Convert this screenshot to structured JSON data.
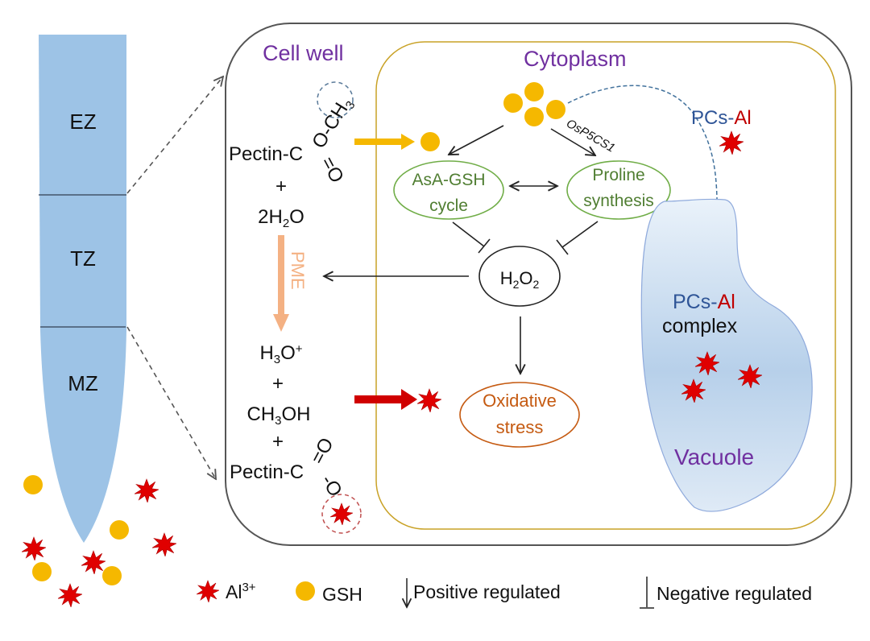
{
  "root": {
    "zones": [
      {
        "id": "ez",
        "label": "EZ"
      },
      {
        "id": "tz",
        "label": "TZ"
      },
      {
        "id": "mz",
        "label": "MZ"
      }
    ]
  },
  "cell": {
    "cell_wall_label": "Cell well",
    "cytoplasm_label": "Cytoplasm",
    "pectin_top": {
      "pectin": "Pectin-C",
      "o_ch3": "O-CH",
      "ch3_sub": "3",
      "double_o": "O",
      "plus1": "+",
      "water": "2H",
      "water_sub": "2",
      "water_o": "O"
    },
    "enzyme_label": "PME",
    "products": {
      "h3o": "H",
      "h3o_sub": "3",
      "h3o_rest": "O",
      "h3o_sup": "+",
      "plus2": "+",
      "methanol_a": "CH",
      "methanol_sub": "3",
      "methanol_b": "OH",
      "plus3": "+",
      "pectin": "Pectin-C",
      "o_single": "O",
      "o_double": "O"
    },
    "enzyme_gene": "OsP5CS1",
    "asa_gsh": [
      "AsA-GSH",
      "cycle"
    ],
    "proline": [
      "Proline",
      "synthesis"
    ],
    "h2o2": {
      "h": "H",
      "sub1": "2",
      "o": "O",
      "sub2": "2"
    },
    "oxidative": [
      "Oxidative",
      "stress"
    ],
    "pcs_al_cytoplasm": {
      "pcs": "PCs-",
      "al": "Al"
    },
    "vacuole": {
      "pcs": "PCs-",
      "al": "Al",
      "complex": "complex",
      "label": "Vacuole"
    }
  },
  "legend": {
    "al_label": "Al",
    "al_sup": "3+",
    "gsh_label": "GSH",
    "positive_label": "Positive regulated",
    "negative_label": "Negative regulated"
  },
  "colors": {
    "root_fill": "#9dc3e6",
    "gsh": "#f5b800",
    "al": "#e00000",
    "purple_label": "#7030a0",
    "green": "#70ad47",
    "green_text": "#507e32",
    "orange": "#c55a11",
    "pme": "#f4b183",
    "pcs_blue": "#2f5597",
    "al_red": "#c00000",
    "cytoplasm_border": "#c9a227"
  }
}
